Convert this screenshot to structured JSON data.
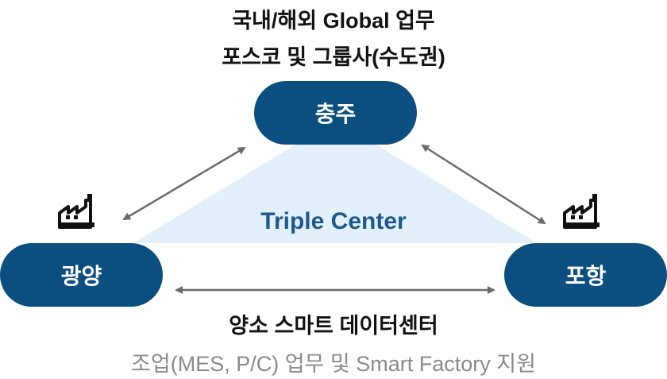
{
  "top_text": {
    "line1": "국내/해외 Global 업무",
    "line2": "포스코 및 그룹사(수도권)"
  },
  "nodes": {
    "top": "충주",
    "left": "광양",
    "right": "포항"
  },
  "center_label": "Triple Center",
  "bottom_text": {
    "title": "양소 스마트 데이터센터",
    "subtitle": "조업(MES, P/C) 업무 및 Smart Factory 지원"
  },
  "colors": {
    "node_fill": "#0b4e80",
    "triangle_fill": "#e3f0fb",
    "arrow": "#6b6b6b",
    "center_text": "#1d5a8c"
  },
  "icons": [
    "factory-icon",
    "factory-icon"
  ]
}
